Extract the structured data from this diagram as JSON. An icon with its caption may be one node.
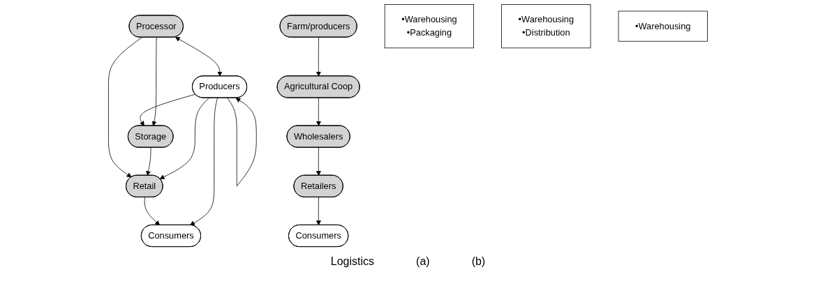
{
  "diagram": {
    "nodes": [
      {
        "text": [
          "Processor"
        ]
      },
      {
        "text": [
          "Producers"
        ]
      },
      {
        "text": [
          "Storage"
        ]
      },
      {
        "text": [
          "Retail"
        ]
      },
      {
        "text": [
          "Consumers"
        ]
      },
      {
        "text": [
          "Farm/producers"
        ]
      },
      {
        "text": [
          "Agricultural Coop"
        ]
      },
      {
        "text": [
          "Wholesalers"
        ]
      },
      {
        "text": [
          "Retailers"
        ]
      },
      {
        "text": [
          "Consumers"
        ]
      },
      {
        "text": [
          "•Warehousing",
          "•Packaging"
        ]
      },
      {
        "text": [
          "•Warehousing",
          "•Distribution"
        ]
      },
      {
        "text": [
          "•Warehousing"
        ]
      }
    ],
    "edges": [
      {
        "from": 0,
        "to": 1,
        "arrow": "both"
      },
      {
        "from": 1,
        "to": 1,
        "arrow": "to"
      },
      {
        "from": 1,
        "to": 2,
        "arrow": "to"
      },
      {
        "from": 0,
        "to": 2,
        "arrow": "to"
      },
      {
        "from": 0,
        "to": 3,
        "arrow": "to"
      },
      {
        "from": 2,
        "to": 3,
        "arrow": "to"
      },
      {
        "from": 1,
        "to": 3,
        "arrow": "to"
      },
      {
        "from": 3,
        "to": 4,
        "arrow": "to"
      },
      {
        "from": 1,
        "to": 4,
        "arrow": "to"
      },
      {
        "from": 5,
        "to": 6,
        "arrow": "to"
      },
      {
        "from": 6,
        "to": 7,
        "arrow": "to"
      },
      {
        "from": 7,
        "to": 8,
        "arrow": "to"
      },
      {
        "from": 8,
        "to": 9,
        "arrow": "to"
      }
    ],
    "labels": [
      "Logistics",
      "(a)",
      "(b)"
    ]
  }
}
